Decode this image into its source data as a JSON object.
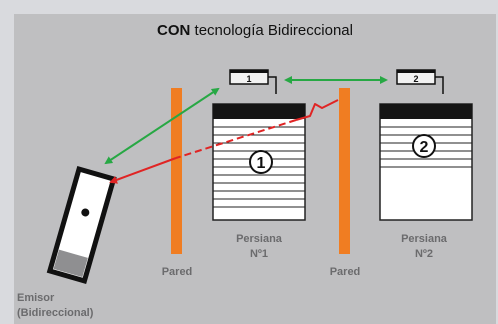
{
  "title": {
    "bold": "CON",
    "rest": " tecnología Bidireccional"
  },
  "wall_label": "Pared",
  "blind1": {
    "label_line1": "Persiana",
    "label_line2": "Nº1",
    "number": "1",
    "receiver_number": "1"
  },
  "blind2": {
    "label_line1": "Persiana",
    "label_line2": "Nº2",
    "number": "2",
    "receiver_number": "2"
  },
  "emitter": {
    "label_line1": "Emisor",
    "label_line2": "(Bidireccional)"
  },
  "colors": {
    "background": "#d9dade",
    "panel": "#bfbfc1",
    "wall": "#f07d22",
    "green_arrow": "#27a844",
    "red_arrow": "#e02424",
    "label_gray": "#6b6b6d"
  }
}
